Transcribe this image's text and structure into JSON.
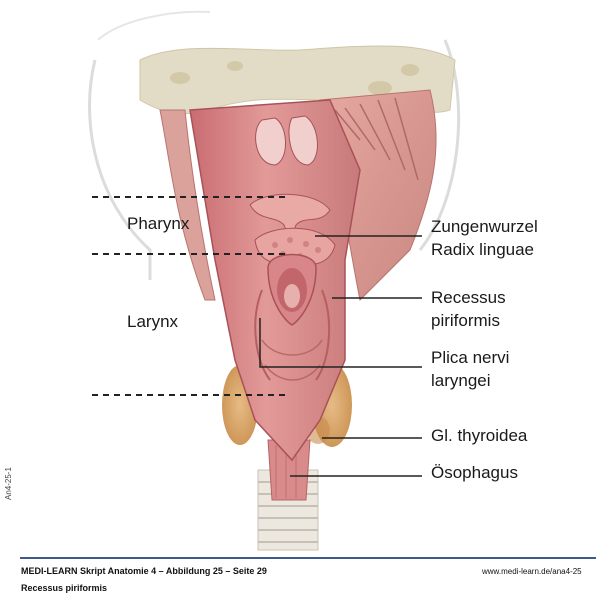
{
  "labels": {
    "pharynx": "Pharynx",
    "larynx": "Larynx",
    "zungenwurzel": "Zungenwurzel",
    "radix": "Radix linguae",
    "recessus1": "Recessus",
    "recessus2": "piriformis",
    "plica1": "Plica nervi",
    "plica2": "laryngei",
    "thyroidea": "Gl. thyroidea",
    "oesophagus": "Ösophagus"
  },
  "side_code": "An4-25-1",
  "footer": {
    "caption": "MEDI-LEARN Skript Anatomie 4 – Abbildung 25 – Seite 29",
    "subtitle": "Recessus piriformis",
    "url": "www.medi-learn.de/ana4-25"
  },
  "colors": {
    "mucosa": "#d98a8a",
    "mucosa_dark": "#b65e62",
    "bone": "#e2dcc6",
    "thyroid": "#d8a46a",
    "trachea": "#e7e1d9",
    "footer_rule": "#3d5a8a"
  }
}
